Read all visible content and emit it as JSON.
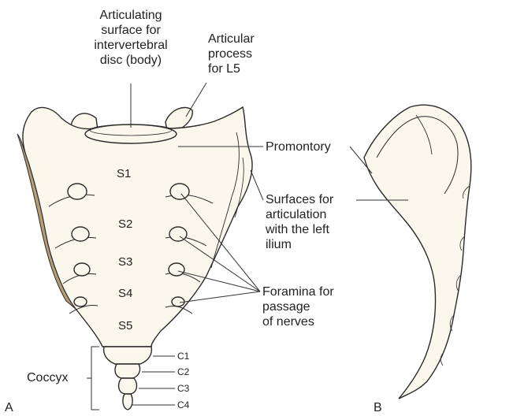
{
  "labels": {
    "articulating_surface": [
      "Articulating",
      "surface for",
      "intervertebral",
      "disc (body)"
    ],
    "articular_process": [
      "Articular",
      "process",
      "for L5"
    ],
    "promontory": "Promontory",
    "surfaces": [
      "Surfaces for",
      "articulation",
      "with the left",
      "ilium"
    ],
    "foramina": [
      "Foramina for",
      "passage",
      "of nerves"
    ],
    "coccyx": "Coccyx"
  },
  "segments": [
    "S1",
    "S2",
    "S3",
    "S4",
    "S5"
  ],
  "coccygeal": [
    "C1",
    "C2",
    "C3",
    "C4"
  ],
  "panels": [
    "A",
    "B"
  ],
  "colors": {
    "bone": "#faf7ec",
    "outline": "#2a2a2a",
    "shadow": "#b59d78",
    "line": "#333333"
  }
}
